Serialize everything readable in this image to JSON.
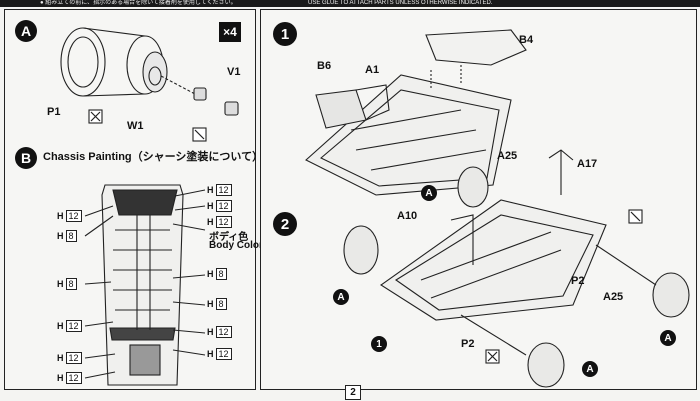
{
  "header": {
    "jp_note": "● 組み立ての前に、指示のある場合を除いて接着剤を使用してください。",
    "en_note": "USE GLUE TO ATTACH PARTS UNLESS OTHERWISE INDICATED."
  },
  "step_a": {
    "badge": "A",
    "quantity": "×4",
    "parts": {
      "p1": "P1",
      "w1": "W1",
      "v1": "V1"
    }
  },
  "step_b": {
    "badge": "B",
    "title": "Chassis Painting（シャーシ塗装について）",
    "body_color_jp": "ボディ色",
    "body_color_en": "Body Color",
    "h_label": "H",
    "left_codes": [
      "12",
      "8",
      "8",
      "12",
      "12",
      "12"
    ],
    "right_codes": [
      "12",
      "12",
      "12",
      "8",
      "8",
      "12",
      "12"
    ]
  },
  "step_1": {
    "badge": "1",
    "parts": {
      "b4": "B4",
      "b6": "B6",
      "a1": "A1"
    }
  },
  "step_2": {
    "badge": "2",
    "parts": {
      "a25_top": "A25",
      "a17": "A17",
      "a10": "A10",
      "p2_right": "P2",
      "a25_right": "A25",
      "p2_bottom": "P2"
    },
    "markers": {
      "a": "A",
      "one": "1"
    }
  },
  "page_number": "2",
  "colors": {
    "ink": "#111111",
    "paper": "#f4f4f2",
    "badge": "#111111"
  }
}
